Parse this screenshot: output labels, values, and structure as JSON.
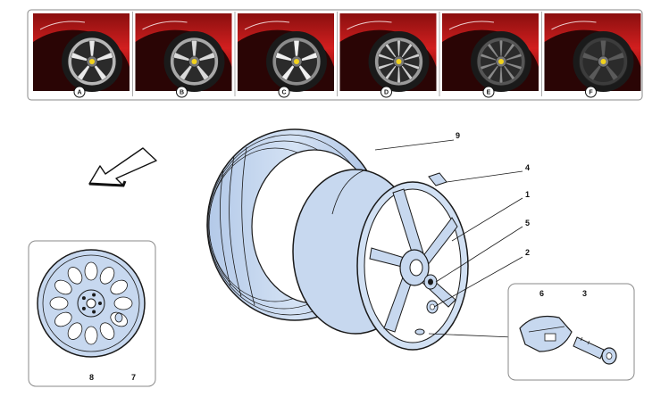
{
  "variants": [
    {
      "label": "A",
      "rim": "#b7b7b7",
      "spokes": "#e9e9e9",
      "style": "five-spoke"
    },
    {
      "label": "B",
      "rim": "#a8a8a8",
      "spokes": "#d9d9d9",
      "style": "five-spoke-split"
    },
    {
      "label": "C",
      "rim": "#8c8c8c",
      "spokes": "#f0f0f0",
      "style": "five-spoke-curved"
    },
    {
      "label": "D",
      "rim": "#9a9a9a",
      "spokes": "#cfcfcf",
      "style": "multi-spoke"
    },
    {
      "label": "E",
      "rim": "#555555",
      "spokes": "#8a8a8a",
      "style": "multi-spoke-dark"
    },
    {
      "label": "F",
      "rim": "#3c3c3c",
      "spokes": "#5a5a5a",
      "style": "five-spoke-dark"
    }
  ],
  "parts": {
    "p1": "1",
    "p2": "2",
    "p3": "3",
    "p4": "4",
    "p5": "5",
    "p6": "6",
    "p7": "7",
    "p8": "8",
    "p9": "9"
  },
  "colors": {
    "part_fill": "#c7d8ef",
    "part_stroke": "#1a1a1a",
    "car_red": "#c41818",
    "car_red_dark": "#7a0c0c"
  }
}
